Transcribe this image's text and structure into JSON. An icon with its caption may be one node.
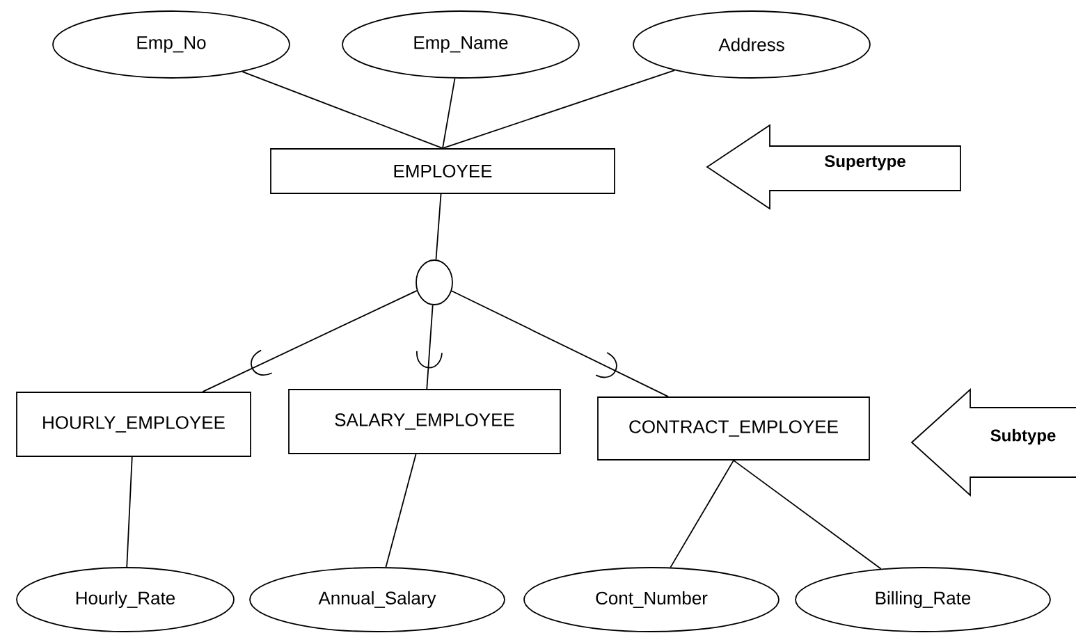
{
  "diagram": {
    "nodes": [
      {
        "text": [
          "Emp_No"
        ]
      },
      {
        "text": [
          "Emp_Name"
        ]
      },
      {
        "text": [
          "Address"
        ]
      },
      {
        "text": [
          "EMPLOYEE"
        ]
      },
      {
        "text": [
          "Supertype"
        ]
      },
      {
        "text": [],
        "shape": "circle"
      },
      {
        "text": [
          "HOURLY_EMPLOYEE"
        ]
      },
      {
        "text": [
          "SALARY_EMPLOYEE"
        ]
      },
      {
        "text": [
          "CONTRACT_EMPLOYEE"
        ]
      },
      {
        "text": [
          "Subtype"
        ]
      },
      {
        "text": [
          "Hourly_Rate"
        ]
      },
      {
        "text": [
          "Annual_Salary"
        ]
      },
      {
        "text": [
          "Cont_Number"
        ]
      },
      {
        "text": [
          "Billing_Rate"
        ]
      }
    ],
    "edges": [
      {
        "from": 0,
        "to": 3,
        "arrow": "none"
      },
      {
        "from": 1,
        "to": 3,
        "arrow": "none"
      },
      {
        "from": 2,
        "to": 3,
        "arrow": "none"
      },
      {
        "from": 3,
        "to": 5,
        "arrow": "none"
      },
      {
        "from": 5,
        "to": 6,
        "arrow": "none"
      },
      {
        "from": 5,
        "to": 7,
        "arrow": "none"
      },
      {
        "from": 5,
        "to": 8,
        "arrow": "none"
      },
      {
        "from": 6,
        "to": 10,
        "arrow": "none"
      },
      {
        "from": 7,
        "to": 11,
        "arrow": "none"
      },
      {
        "from": 8,
        "to": 12,
        "arrow": "none"
      },
      {
        "from": 8,
        "to": 13,
        "arrow": "none"
      }
    ]
  }
}
